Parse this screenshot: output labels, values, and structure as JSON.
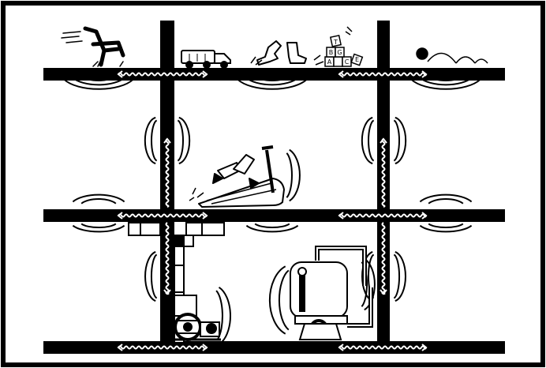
{
  "colors": {
    "ink": "#000000",
    "background": "#ffffff"
  },
  "scene": {
    "floors": 3,
    "columns": 2,
    "noise_sources": [
      "chair-icon",
      "toy-truck-icon",
      "footsteps-icon",
      "toy-blocks-icon",
      "bouncing-ball-icon",
      "treadmill-icon",
      "fan-motor-icon",
      "boiler-pump-icon"
    ],
    "transmission_paths": [
      "floor-structure-vibration",
      "column-structure-vibration",
      "airborne-sound-arcs"
    ]
  },
  "labels": {
    "blocks_letters": [
      "A",
      "B",
      "C",
      "G",
      "T",
      "E"
    ]
  }
}
